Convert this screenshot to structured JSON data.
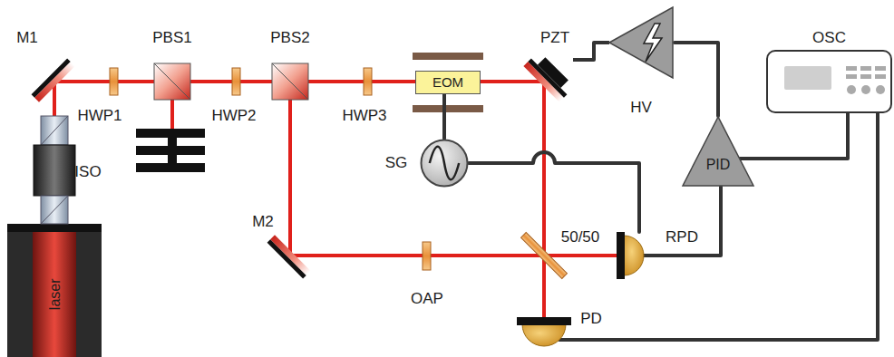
{
  "diagram": {
    "nodes": [
      {
        "text": [
          "laser"
        ]
      },
      {
        "text": [
          "EOM"
        ]
      },
      {
        "text": [
          "SG"
        ]
      },
      {
        "text": [
          "HV"
        ]
      },
      {
        "text": [
          "PID"
        ]
      },
      {
        "text": [
          "OSC"
        ]
      },
      {
        "text": [
          "RPD"
        ]
      },
      {
        "text": [
          "PD"
        ]
      }
    ],
    "edges": [
      {
        "from": 1,
        "to": 2,
        "arrow": "none"
      },
      {
        "from": 2,
        "to": 6,
        "arrow": "none"
      },
      {
        "from": 6,
        "to": 4,
        "arrow": "none"
      },
      {
        "from": 4,
        "to": 3,
        "arrow": "none"
      },
      {
        "from": 4,
        "to": 5,
        "arrow": "none"
      },
      {
        "from": 7,
        "to": 5,
        "arrow": "none"
      }
    ],
    "labels": [
      "M1",
      "HWP1",
      "ISO",
      "PBS1",
      "HWP2",
      "PBS2",
      "HWP3",
      "PZT",
      "M2",
      "OAP",
      "50/50"
    ]
  }
}
